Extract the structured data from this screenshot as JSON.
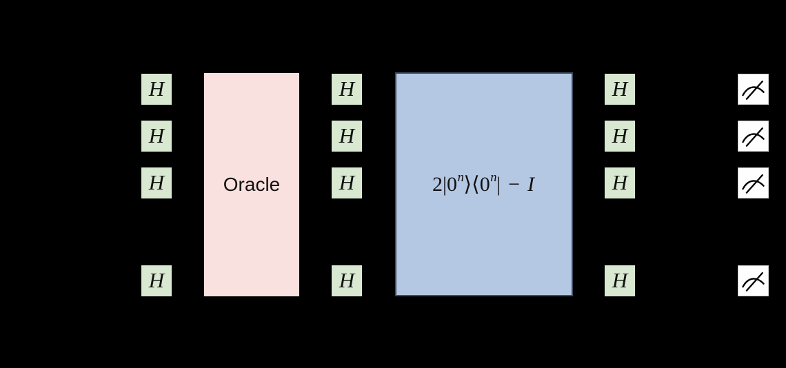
{
  "colors": {
    "background": "#000000",
    "hadamard_fill": "#d9e8d0",
    "oracle_fill": "#f8e1de",
    "diffusion_fill": "#b4c7e3",
    "diffusion_border": "#3c4d66",
    "measure_fill": "#fefefe",
    "gate_text": "#111111"
  },
  "circuit": {
    "hadamard_label": "H",
    "oracle_label": "Oracle",
    "diffusion_label": {
      "prefix": "2|0",
      "sup1": "n",
      "ket_bra": "⟩⟨0",
      "sup2": "n",
      "bar": "|",
      "minus": "−",
      "identity": "I"
    },
    "qubit_rows": 4,
    "hadamard_columns": 3,
    "measurement_count": 4
  }
}
